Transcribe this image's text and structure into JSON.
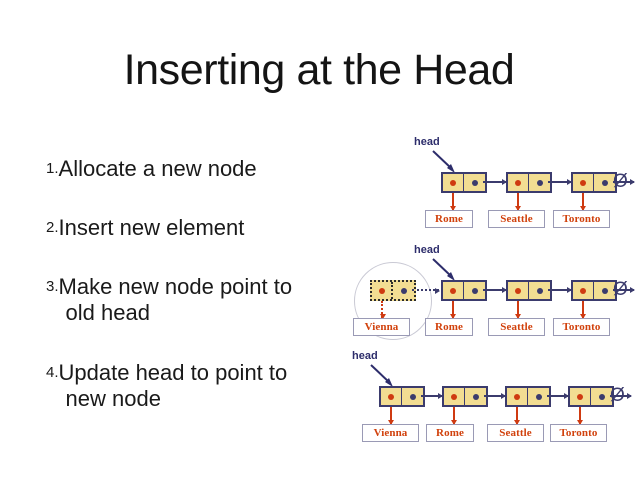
{
  "slide": {
    "title": "Inserting at the Head",
    "background_color": "#ffffff"
  },
  "colors": {
    "node_fill": "#f2dd92",
    "node_border": "#3b3b6d",
    "pointer_dot": "#3b3b6d",
    "data_dot": "#cf3a11",
    "label_text": "#d1410c",
    "label_border": "#9a9ab5",
    "head_text": "#2d2d6b",
    "highlight_circle": "#c9c9d4",
    "title_text": "#141414"
  },
  "steps": [
    {
      "number": "1.",
      "line1": "Allocate a new node",
      "line2": ""
    },
    {
      "number": "2.",
      "line1": "Insert new element",
      "line2": ""
    },
    {
      "number": "3.",
      "line1": "Make new node point to",
      "line2": "old head"
    },
    {
      "number": "4.",
      "line1": "Update head to point to",
      "line2": "new node"
    }
  ],
  "diagrams": [
    {
      "id": "diagram-initial-list",
      "caption_head": "head",
      "null_symbol": "Ø",
      "head_points_to": "Rome",
      "highlight_circle": false,
      "nodes": [
        {
          "label": "Rome",
          "style": "solid"
        },
        {
          "label": "Seattle",
          "style": "solid"
        },
        {
          "label": "Toronto",
          "style": "solid"
        }
      ]
    },
    {
      "id": "diagram-new-node-linked",
      "caption_head": "head",
      "null_symbol": "Ø",
      "head_points_to": "Rome",
      "highlight_circle": true,
      "nodes": [
        {
          "label": "Vienna",
          "style": "dotted"
        },
        {
          "label": "Rome",
          "style": "solid"
        },
        {
          "label": "Seattle",
          "style": "solid"
        },
        {
          "label": "Toronto",
          "style": "solid"
        }
      ]
    },
    {
      "id": "diagram-head-updated",
      "caption_head": "head",
      "null_symbol": "Ø",
      "head_points_to": "Vienna",
      "highlight_circle": false,
      "nodes": [
        {
          "label": "Vienna",
          "style": "solid"
        },
        {
          "label": "Rome",
          "style": "solid"
        },
        {
          "label": "Seattle",
          "style": "solid"
        },
        {
          "label": "Toronto",
          "style": "solid"
        }
      ]
    }
  ]
}
